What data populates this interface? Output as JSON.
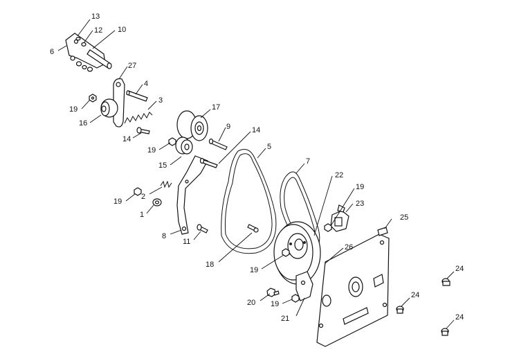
{
  "callouts": {
    "c13": "13",
    "c12": "12",
    "c10": "10",
    "c6": "6",
    "c27": "27",
    "c4": "4",
    "c3": "3",
    "c19a": "19",
    "c16": "16",
    "c14a": "14",
    "c17": "17",
    "c9": "9",
    "c14b": "14",
    "c19b": "19",
    "c15": "15",
    "c5": "5",
    "c7": "7",
    "c22": "22",
    "c19c": "19",
    "c23": "23",
    "c19d": "19",
    "c2": "2",
    "c1": "1",
    "c8": "8",
    "c11": "11",
    "c25": "25",
    "c18": "18",
    "c26": "26",
    "c19e": "19",
    "c20": "20",
    "c19f": "19",
    "c21": "21",
    "c24a": "24",
    "c24b": "24",
    "c24c": "24"
  }
}
